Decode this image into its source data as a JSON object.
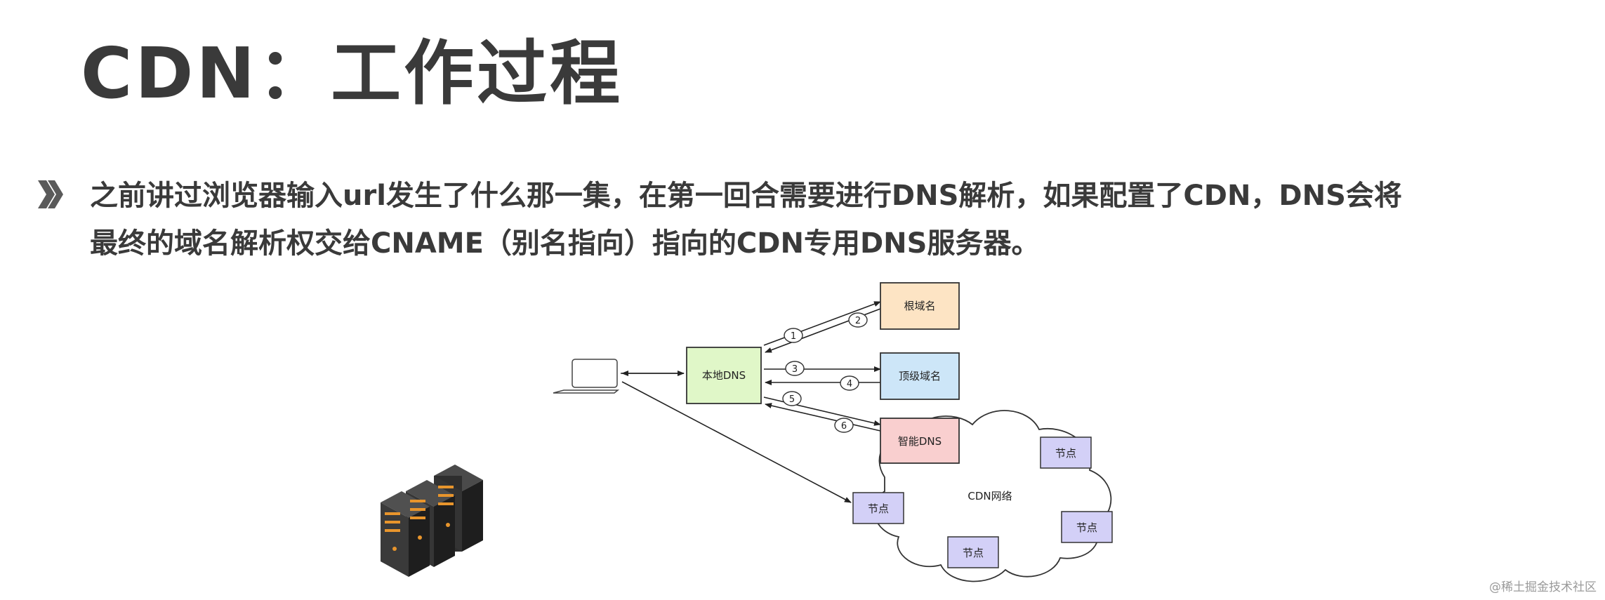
{
  "slide": {
    "title": "CDN：工作过程",
    "bullet_line_1": "之前讲过浏览器输入url发生了什么那一集，在第一回合需要进行DNS解析，如果配置了CDN，DNS会将",
    "bullet_line_2": "最终的域名解析权交给CNAME（别名指向）指向的CDN专用DNS服务器。"
  },
  "diagram": {
    "local_dns": "本地DNS",
    "root_domain": "根域名",
    "top_level_domain": "顶级域名",
    "smart_dns": "智能DNS",
    "cdn_network": "CDN网络",
    "node": "节点",
    "steps": [
      "1",
      "2",
      "3",
      "4",
      "5",
      "6"
    ],
    "colors": {
      "local_dns_fill": "#e0f7c8",
      "root_fill": "#fde4c4",
      "top_level_fill": "#cde6f8",
      "smart_dns_fill": "#f9cfcf",
      "node_fill": "#d3d0f7"
    }
  },
  "watermark": "@稀土掘金技术社区"
}
